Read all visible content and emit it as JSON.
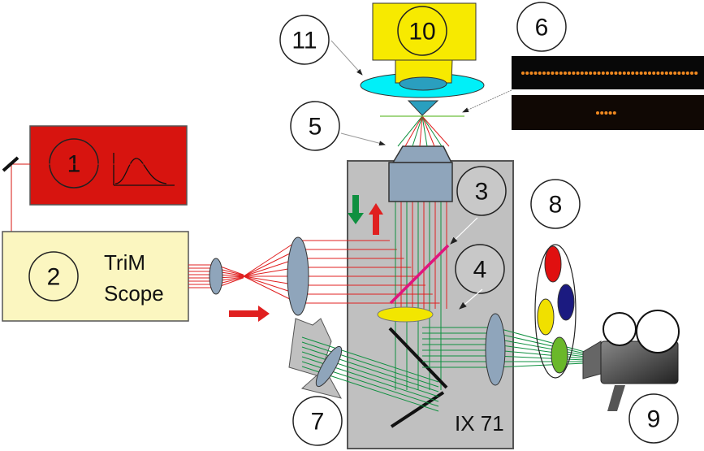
{
  "diagram": {
    "type": "optical-setup",
    "components": [
      {
        "id": "1",
        "label": "1",
        "name": "laser-source",
        "color": "#d7140f"
      },
      {
        "id": "2",
        "label": "2",
        "name": "trim-scope",
        "text_line1": "TriM",
        "text_line2": "Scope",
        "color": "#fbf6c0"
      },
      {
        "id": "3",
        "label": "3",
        "name": "dichroic-mirror",
        "color": "#e0157e"
      },
      {
        "id": "4",
        "label": "4",
        "name": "filter",
        "color": "#f2e600"
      },
      {
        "id": "5",
        "label": "5",
        "name": "objective",
        "color": "#8fa5bb"
      },
      {
        "id": "6",
        "label": "6",
        "name": "sample-images"
      },
      {
        "id": "7",
        "label": "7",
        "name": "eyepiece"
      },
      {
        "id": "8",
        "label": "8",
        "name": "filter-wheel",
        "filters": [
          "#e01010",
          "#1b1a80",
          "#f0e000",
          "#6ab82a"
        ]
      },
      {
        "id": "9",
        "label": "9",
        "name": "camera"
      },
      {
        "id": "10",
        "label": "10",
        "name": "condenser-housing",
        "color": "#f7ea00"
      },
      {
        "id": "11",
        "label": "11",
        "name": "condenser-lens",
        "color": "#00f0f8"
      }
    ],
    "microscope_label": "IX 71",
    "beam_colors": {
      "excitation": "#e02020",
      "emission": "#0f9040"
    }
  }
}
